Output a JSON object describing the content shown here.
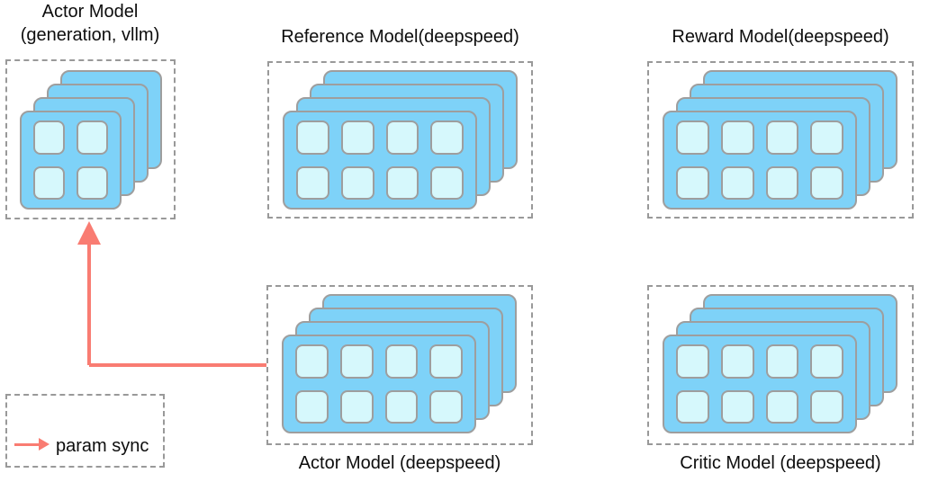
{
  "groups": {
    "actor_vllm": {
      "title_line1": "Actor Model",
      "title_line2": "(generation, vllm)",
      "stack_depth": 4,
      "gpu_rows": 2,
      "gpu_cols": 2
    },
    "reference": {
      "title": "Reference Model(deepspeed)",
      "stack_depth": 4,
      "gpu_rows": 2,
      "gpu_cols": 4
    },
    "reward": {
      "title": "Reward Model(deepspeed)",
      "stack_depth": 4,
      "gpu_rows": 2,
      "gpu_cols": 4
    },
    "actor_train": {
      "title": "Actor Model (deepspeed)",
      "stack_depth": 4,
      "gpu_rows": 2,
      "gpu_cols": 4
    },
    "critic": {
      "title": "Critic Model (deepspeed)",
      "stack_depth": 4,
      "gpu_rows": 2,
      "gpu_cols": 4
    }
  },
  "arrow": {
    "meaning": "param sync",
    "from": "Actor Model (deepspeed)",
    "to": "Actor Model (generation, vllm)"
  },
  "legend": {
    "label": "param sync"
  },
  "colors": {
    "card-blue": "#7ED2F8",
    "cell-cyan": "#D6F8FC",
    "line-gray": "#9E9E9E",
    "dash-gray": "#999999",
    "arrow-red": "#F97C72",
    "text": "#0d0d0d"
  }
}
